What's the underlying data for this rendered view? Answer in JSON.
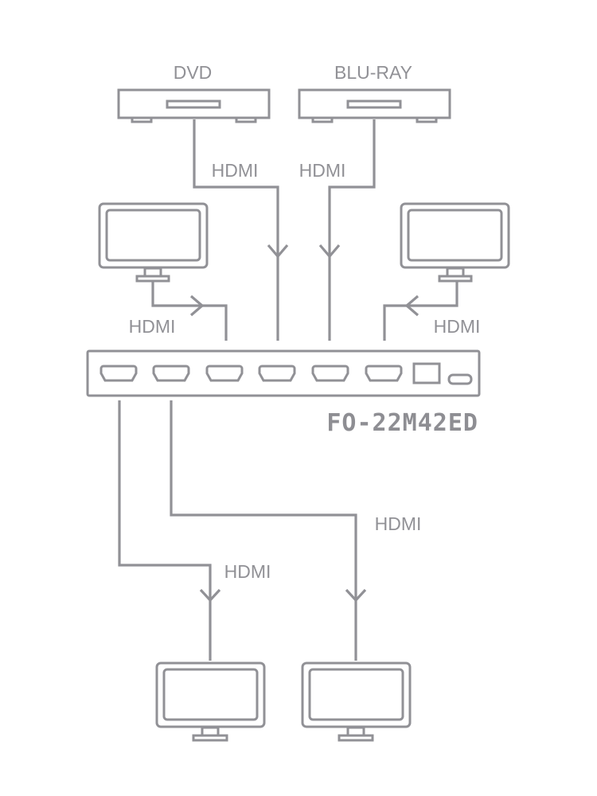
{
  "title": "HDMI switch/extender connection diagram",
  "sources": [
    {
      "label": "DVD",
      "icon": "dvd-player-icon"
    },
    {
      "label": "BLU-RAY",
      "icon": "bluray-player-icon"
    }
  ],
  "device": {
    "model": "FO-22M42ED",
    "ports": [
      "hdmi-1",
      "hdmi-2",
      "hdmi-3",
      "hdmi-4",
      "hdmi-5",
      "hdmi-6",
      "rj45",
      "usb"
    ]
  },
  "connections": {
    "dvd_to_device": "HDMI",
    "bluray_to_device": "HDMI",
    "left_monitor": "HDMI",
    "right_monitor": "HDMI",
    "output_1": "HDMI",
    "output_2": "HDMI"
  },
  "colors": {
    "stroke": "#919196",
    "background": "#ffffff"
  }
}
